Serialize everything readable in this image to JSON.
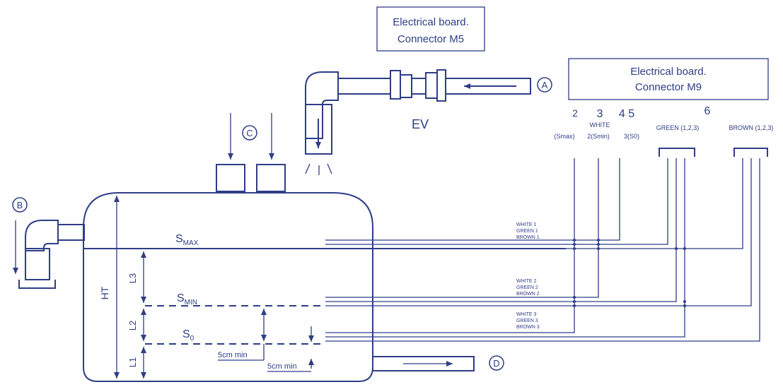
{
  "boxes": {
    "m5": [
      "Electrical board.",
      "Connector M5"
    ],
    "m9": [
      "Electrical board.",
      "Connector M9"
    ]
  },
  "markers": {
    "A": "A",
    "B": "B",
    "C": "C",
    "D": "D"
  },
  "valve_label": "EV",
  "connector_numbers": {
    "n2": "2",
    "n3": "3",
    "n45": "4 5",
    "n6": "6"
  },
  "connector_labels": {
    "smax": "(Smax)",
    "white": "WHITE",
    "smin": "2(Smin)",
    "s0": "3(S0)",
    "green": "GREEN (1,2,3)",
    "brown": "BROWN (1,2,3)"
  },
  "levels": {
    "smax": {
      "main": "S",
      "sub": "MAX"
    },
    "smin": {
      "main": "S",
      "sub": "MIN"
    },
    "s0": {
      "main": "S",
      "sub": "0"
    }
  },
  "dimensions": {
    "ht": "HT",
    "l1": "L1",
    "l2": "L2",
    "l3": "L3",
    "gap1": "5cm min",
    "gap2": "5cm min"
  },
  "wire_labels": {
    "group1": [
      "WHITE 1",
      "GREEN 1",
      "BROWN 1"
    ],
    "group2": [
      "WHITE 2",
      "GREEN 2",
      "BROWN 2"
    ],
    "group3": [
      "WHITE 3",
      "GREEN 3",
      "BROWN 3"
    ]
  },
  "colors": {
    "line": "#2e3d86",
    "background": "#ffffff"
  }
}
